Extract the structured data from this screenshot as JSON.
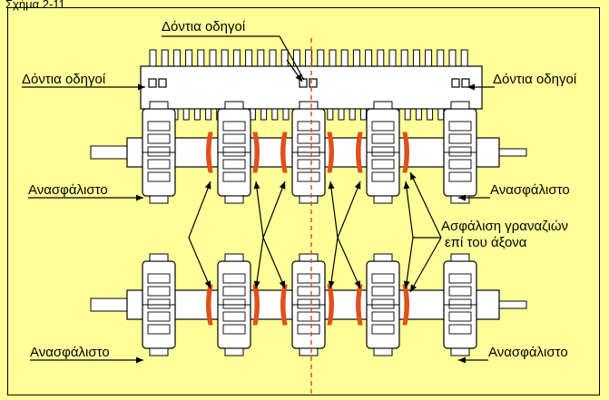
{
  "header": {
    "caption": "Σχήμα 2-11"
  },
  "labels": {
    "guide_teeth": "Δόντια οδηγοί",
    "unlocked": "Ανασφάλιστο",
    "gear_locking_line1": "Ασφάλιση γραναζιών",
    "gear_locking_line2": "επί του άξονα"
  },
  "colors": {
    "background": "#ffff99",
    "lines": "#000000",
    "locking_clips": "#e0501a",
    "center_line": "#e0501a"
  }
}
